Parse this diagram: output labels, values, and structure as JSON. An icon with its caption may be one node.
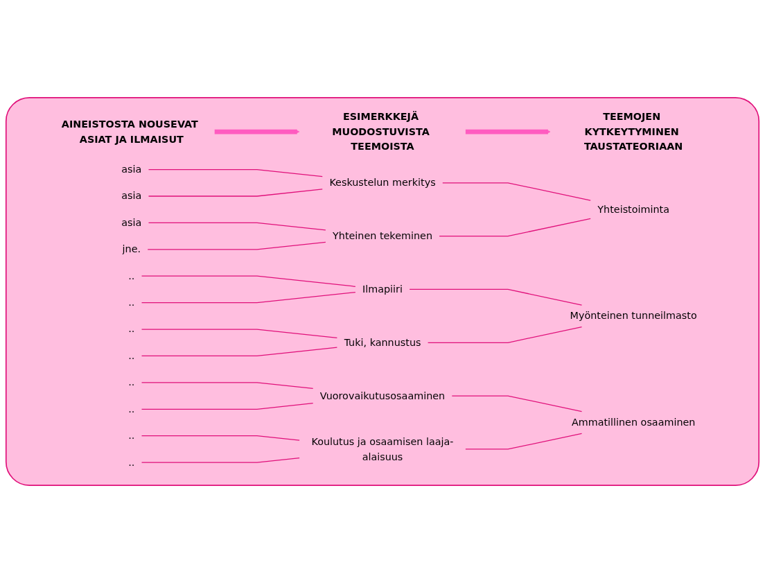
{
  "diagram": {
    "nodes": [
      {
        "text": [],
        "shape": "box"
      },
      {
        "text": [
          "AINEISTOSTA NOUSEVAT ASIAT JA ILMAISUT"
        ],
        "in": 0
      },
      {
        "text": [
          "ESIMERKKEJÄ MUODOSTUVISTA TEEMOISTA"
        ],
        "in": 0
      },
      {
        "text": [
          "TEEMOJEN KYTKEYTYMINEN TAUSTATEORIAAN"
        ],
        "in": 0
      },
      {
        "text": [
          "asia"
        ],
        "in": 0
      },
      {
        "text": [
          "Keskustelun merkitys"
        ],
        "in": 0
      },
      {
        "text": [
          "asia"
        ],
        "in": 0
      },
      {
        "text": [
          "asia"
        ],
        "in": 0
      },
      {
        "text": [
          "Yhteinen tekeminen"
        ],
        "in": 0
      },
      {
        "text": [
          "Yhteistoiminta"
        ],
        "in": 0
      },
      {
        "text": [
          "jne."
        ],
        "in": 0
      },
      {
        "text": [
          ".."
        ],
        "in": 0
      },
      {
        "text": [
          "Ilmapiiri"
        ],
        "in": 0
      },
      {
        "text": [
          ".."
        ],
        "in": 0
      },
      {
        "text": [
          ".."
        ],
        "in": 0
      },
      {
        "text": [
          "Tuki, kannustus"
        ],
        "in": 0
      },
      {
        "text": [
          "Myönteinen tunneilmasto"
        ],
        "in": 0
      },
      {
        "text": [
          ".."
        ],
        "in": 0
      },
      {
        "text": [
          ".."
        ],
        "in": 0
      },
      {
        "text": [
          "Vuorovaikutusosaaminen"
        ],
        "in": 0
      },
      {
        "text": [
          ".."
        ],
        "in": 0
      },
      {
        "text": [
          ".."
        ],
        "in": 0
      },
      {
        "text": [
          "Koulutus ja osaamisen laaja-alaisuus"
        ],
        "in": 0
      },
      {
        "text": [
          "Ammatillinen osaaminen"
        ],
        "in": 0
      },
      {
        "text": [
          ".."
        ],
        "in": 0
      }
    ],
    "edges": [
      {
        "from": 1,
        "to": 2,
        "arrow": "to",
        "style": "thick",
        "color": "#ff5cc0"
      },
      {
        "from": 2,
        "to": 3,
        "arrow": "to",
        "style": "thick",
        "color": "#ff5cc0"
      },
      {
        "from": 4,
        "to": 5,
        "arrow": "none"
      },
      {
        "from": 6,
        "to": 5,
        "arrow": "none"
      },
      {
        "from": 7,
        "to": 8,
        "arrow": "none"
      },
      {
        "from": 10,
        "to": 8,
        "arrow": "none"
      },
      {
        "from": 11,
        "to": 12,
        "arrow": "none"
      },
      {
        "from": 13,
        "to": 12,
        "arrow": "none"
      },
      {
        "from": 14,
        "to": 15,
        "arrow": "none"
      },
      {
        "from": 17,
        "to": 15,
        "arrow": "none"
      },
      {
        "from": 18,
        "to": 19,
        "arrow": "none"
      },
      {
        "from": 20,
        "to": 19,
        "arrow": "none"
      },
      {
        "from": 21,
        "to": 22,
        "arrow": "none"
      },
      {
        "from": 24,
        "to": 22,
        "arrow": "none"
      },
      {
        "from": 5,
        "to": 9,
        "arrow": "none"
      },
      {
        "from": 8,
        "to": 9,
        "arrow": "none"
      },
      {
        "from": 12,
        "to": 16,
        "arrow": "none"
      },
      {
        "from": 15,
        "to": 16,
        "arrow": "none"
      },
      {
        "from": 19,
        "to": 23,
        "arrow": "none"
      },
      {
        "from": 22,
        "to": 23,
        "arrow": "none"
      }
    ]
  }
}
